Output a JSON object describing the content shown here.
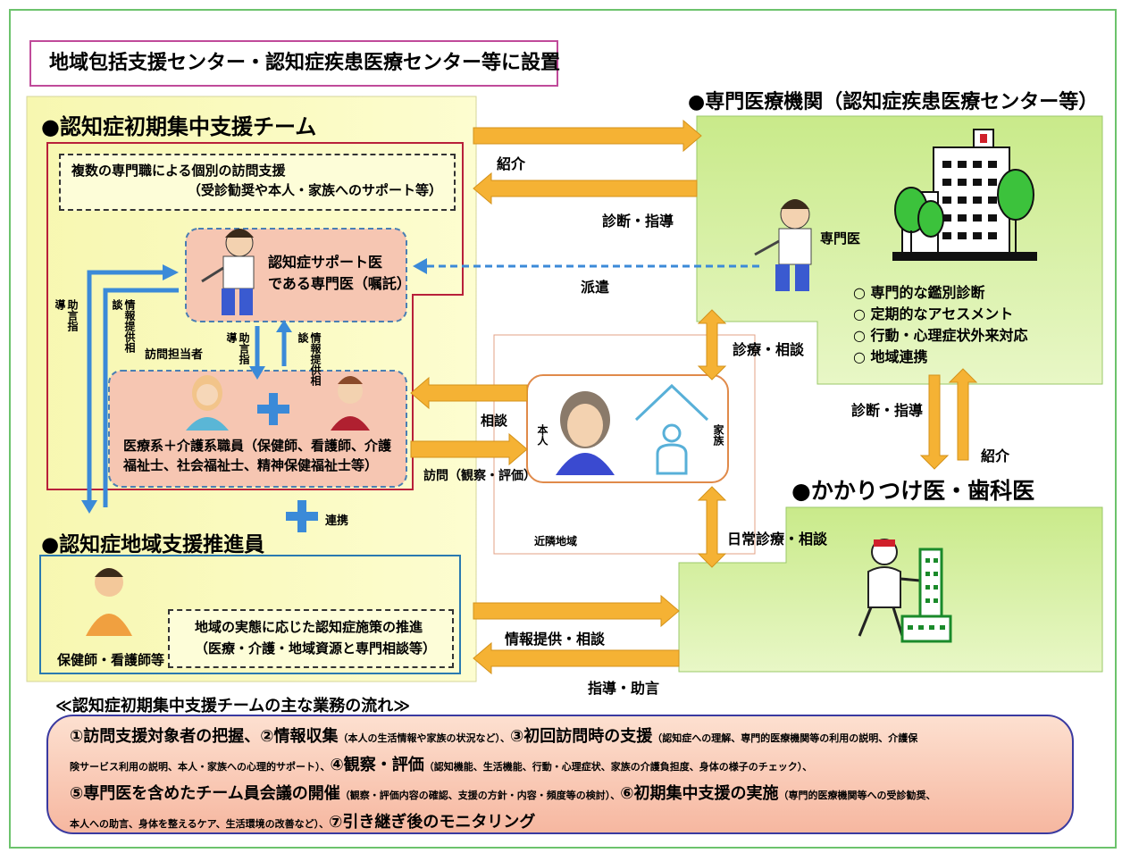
{
  "header": {
    "label": "地域包括支援センター・認知症疾患医療センター等に設置"
  },
  "team": {
    "title": "●認知症初期集中支援チーム",
    "visit_support": [
      "複数の専門職による個別の訪問支援",
      "（受診勧奨や本人・家族へのサポート等）"
    ],
    "doctor": [
      "認知症サポート医",
      "である専門医（嘱託）"
    ],
    "advice_guidance": "助言指導",
    "info_provision": "情報提供相談",
    "advice_guidance_inner": "助言指導",
    "info_provision_inner": "情報提供相談",
    "visit_staff": "訪問担当者",
    "staff": [
      "医療系＋介護系職員（保健師、看護師、介護",
      "福祉士、社会福祉士、精神保健福祉士等）"
    ],
    "renkei": "連携"
  },
  "promoter": {
    "title": "●認知症地域支援推進員",
    "person": "保健師・看護師等",
    "policy": [
      "地域の実態に応じた認知症施策の推進",
      "（医療・介護・地域資源と専門相談等）"
    ]
  },
  "specialist": {
    "title": "●専門医療機関（認知症疾患医療センター等）",
    "doctor": "専門医",
    "items": [
      "○ 専門的な鑑別診断",
      "○ 定期的なアセスメント",
      "○ 行動・心理症状外来対応",
      "○ 地域連携"
    ]
  },
  "gp": {
    "title": "●かかりつけ医・歯科医"
  },
  "center": {
    "person": "本人",
    "family": "家族",
    "neighborhood": "近隣地域"
  },
  "arrows": {
    "shokai1": "紹介",
    "shindan1": "診断・指導",
    "haken": "派遣",
    "shinryo": "診療・相談",
    "sodan": "相談",
    "homon": "訪問（観察・評価）",
    "shindan2": "診断・指導",
    "shokai2": "紹介",
    "nichijo": "日常診療・相談",
    "johoteikyo": "情報提供・相談",
    "shido": "指導・助言"
  },
  "flow": {
    "title": "≪認知症初期集中支援チームの主な業務の流れ≫",
    "lines": [
      [
        {
          "t": "①訪問支援対象者の把握、②情報収集",
          "big": true
        },
        {
          "t": "（本人の生活情報や家族の状況など）、",
          "big": false
        },
        {
          "t": "③初回訪問時の支援",
          "big": true
        },
        {
          "t": "（認知症への理解、専門的医療機関等の利用の説明、介護保",
          "big": false
        }
      ],
      [
        {
          "t": "険サービス利用の説明、本人・家族への心理的サポート）、",
          "big": false
        },
        {
          "t": "④観察・評価",
          "big": true
        },
        {
          "t": "（認知機能、生活機能、行動・心理症状、家族の介護負担度、身体の様子のチェック）、",
          "big": false
        }
      ],
      [
        {
          "t": "⑤専門医を含めたチーム員会議の開催",
          "big": true
        },
        {
          "t": "（観察・評価内容の確認、支援の方針・内容・頻度等の検討）、",
          "big": false
        },
        {
          "t": "⑥初期集中支援の実施",
          "big": true
        },
        {
          "t": "（専門的医療機関等への受診勧奨、",
          "big": false
        }
      ],
      [
        {
          "t": "本人への助言、身体を整えるケア、生活環境の改善など）、",
          "big": false
        },
        {
          "t": "⑦引き継ぎ後のモニタリング",
          "big": true
        }
      ]
    ]
  },
  "colors": {
    "yellow_panel": "#fbfbb8",
    "green_panel": "#d8f0a8",
    "pink_box": "#f6c6b2",
    "arrow": "#f5b234",
    "blue": "#3b8ad8",
    "red_border": "#b8203a"
  }
}
